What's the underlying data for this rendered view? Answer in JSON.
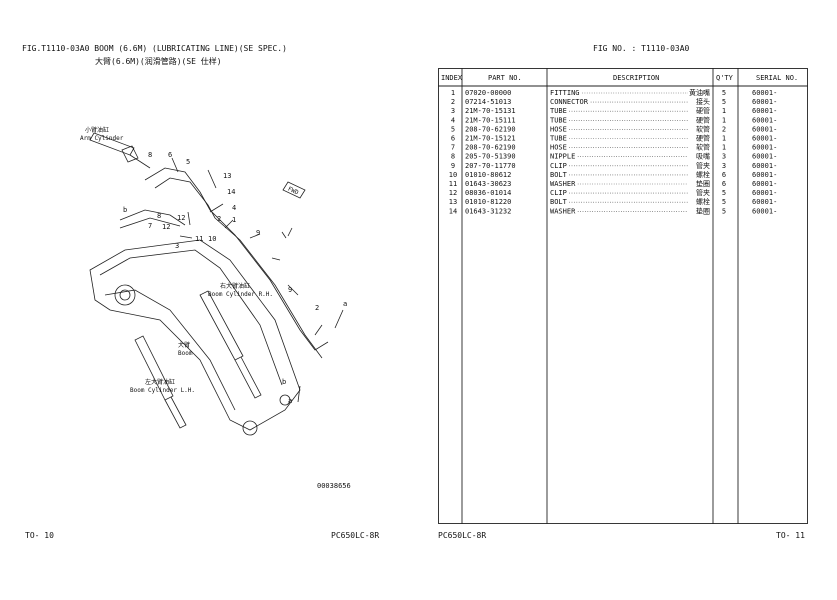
{
  "header": {
    "fig_title": "FIG.T1110-03A0    BOOM (6.6M) (LUBRICATING LINE)(SE SPEC.)",
    "fig_subtitle": "大臂(6.6M)(润滑管路)(SE 仕样)",
    "fig_no": "FIG NO. : T1110-03A0"
  },
  "footer": {
    "page_left": "TO-  10",
    "model_left": "PC650LC-8R",
    "model_right": "PC650LC-8R",
    "page_right": "TO-  11"
  },
  "diagram": {
    "drawing_number": "00038656",
    "labels": {
      "arm_cyl_cn": "小臂油缸",
      "arm_cyl_en": "Arm Cylinder",
      "boom_cyl_rh_cn": "右大臂油缸",
      "boom_cyl_rh_en": "Boom Cylinder R.H.",
      "boom_cn": "大臂",
      "boom_en": "Boom",
      "boom_cyl_lh_cn": "左大臂油缸",
      "boom_cyl_lh_en": "Boom Cylinder L.H."
    },
    "callouts": [
      "8",
      "6",
      "5",
      "13",
      "14",
      "4",
      "12",
      "1",
      "2",
      "3",
      "12",
      "7",
      "8",
      "10",
      "11",
      "9",
      "9",
      "2",
      "b",
      "b",
      "a",
      "a"
    ],
    "fwd": "FWD"
  },
  "table": {
    "headers": {
      "index": "INDEX",
      "part_no": "PART  NO.",
      "description": "DESCRIPTION",
      "qty": "Q'TY",
      "serial": "SERIAL NO."
    },
    "rows": [
      {
        "index": "1",
        "part_no": "07020-00000",
        "desc": "FITTING",
        "cn": "黄油嘴",
        "qty": "5",
        "serial": "60001-"
      },
      {
        "index": "2",
        "part_no": "07214-51013",
        "desc": "CONNECTOR",
        "cn": "接头",
        "qty": "5",
        "serial": "60001-"
      },
      {
        "index": "3",
        "part_no": "21M-70-15131",
        "desc": "TUBE",
        "cn": "硬管",
        "qty": "1",
        "serial": "60001-"
      },
      {
        "index": "4",
        "part_no": "21M-70-15111",
        "desc": "TUBE",
        "cn": "硬管",
        "qty": "1",
        "serial": "60001-"
      },
      {
        "index": "5",
        "part_no": "208-70-62190",
        "desc": "HOSE",
        "cn": "软管",
        "qty": "2",
        "serial": "60001-"
      },
      {
        "index": "6",
        "part_no": "21M-70-15121",
        "desc": "TUBE",
        "cn": "硬管",
        "qty": "1",
        "serial": "60001-"
      },
      {
        "index": "7",
        "part_no": "208-70-62190",
        "desc": "HOSE",
        "cn": "软管",
        "qty": "1",
        "serial": "60001-"
      },
      {
        "index": "8",
        "part_no": "205-70-51390",
        "desc": "NIPPLE",
        "cn": "吸嘴",
        "qty": "3",
        "serial": "60001-"
      },
      {
        "index": "9",
        "part_no": "207-70-11770",
        "desc": "CLIP",
        "cn": "管夹",
        "qty": "3",
        "serial": "60001-"
      },
      {
        "index": "10",
        "part_no": "01010-80612",
        "desc": "BOLT",
        "cn": "螺栓",
        "qty": "6",
        "serial": "60001-"
      },
      {
        "index": "11",
        "part_no": "01643-30623",
        "desc": "WASHER",
        "cn": "垫圈",
        "qty": "6",
        "serial": "60001-"
      },
      {
        "index": "12",
        "part_no": "08036-01014",
        "desc": "CLIP",
        "cn": "管夹",
        "qty": "5",
        "serial": "60001-"
      },
      {
        "index": "13",
        "part_no": "01010-81220",
        "desc": "BOLT",
        "cn": "螺栓",
        "qty": "5",
        "serial": "60001-"
      },
      {
        "index": "14",
        "part_no": "01643-31232",
        "desc": "WASHER",
        "cn": "垫圈",
        "qty": "5",
        "serial": "60001-"
      }
    ]
  }
}
